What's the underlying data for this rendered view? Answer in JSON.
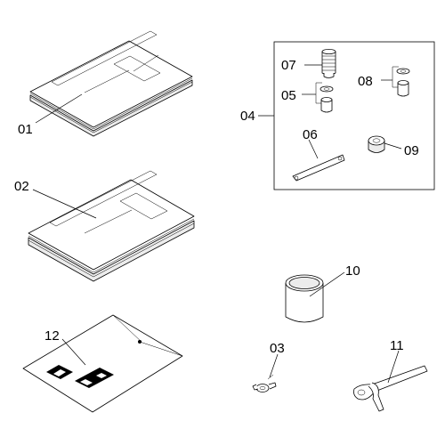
{
  "callouts": {
    "c01": "01",
    "c02": "02",
    "c03": "03",
    "c04": "04",
    "c05": "05",
    "c06": "06",
    "c07": "07",
    "c08": "08",
    "c09": "09",
    "c10": "10",
    "c11": "11",
    "c12": "12"
  }
}
